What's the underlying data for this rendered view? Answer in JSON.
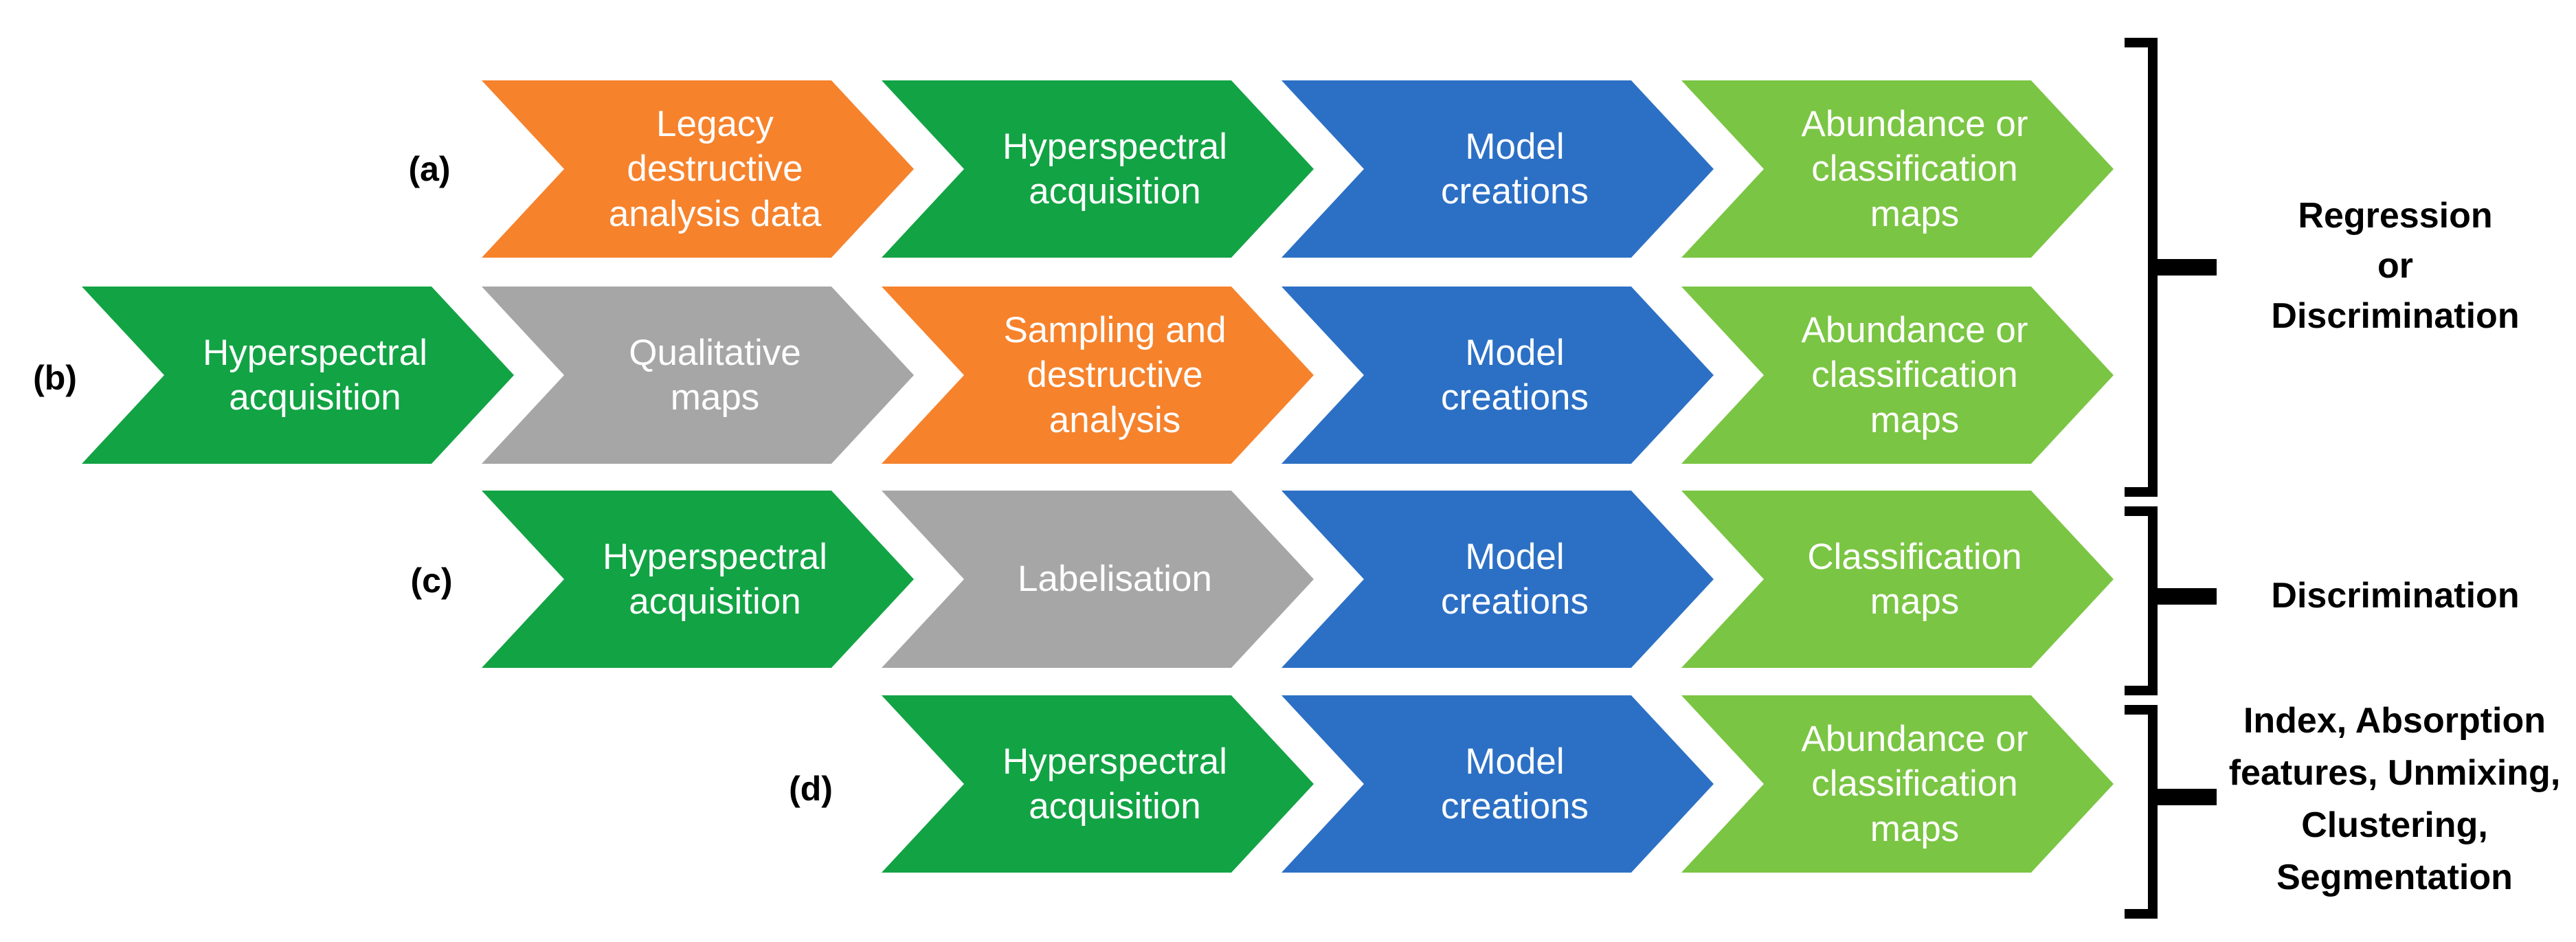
{
  "colors": {
    "orange": "#F6822C",
    "green": "#12A344",
    "blue": "#2C70C5",
    "gray": "#A6A6A6",
    "light_green": "#7AC543",
    "bracket_black": "#000000"
  },
  "rows": [
    {
      "tag": "(a)",
      "steps": [
        {
          "color": "orange",
          "text": "Legacy\ndestructive\nanalysis data"
        },
        {
          "color": "green",
          "text": "Hyperspectral\nacquisition"
        },
        {
          "color": "blue",
          "text": "Model\ncreations"
        },
        {
          "color": "light_green",
          "text": "Abundance or\nclassification\nmaps"
        }
      ]
    },
    {
      "tag": "(b)",
      "steps": [
        {
          "color": "green",
          "text": "Hyperspectral\nacquisition"
        },
        {
          "color": "gray",
          "text": "Qualitative\nmaps"
        },
        {
          "color": "orange",
          "text": "Sampling and\ndestructive\nanalysis"
        },
        {
          "color": "blue",
          "text": "Model\ncreations"
        },
        {
          "color": "light_green",
          "text": "Abundance or\nclassification\nmaps"
        }
      ]
    },
    {
      "tag": "(c)",
      "steps": [
        {
          "color": "green",
          "text": "Hyperspectral\nacquisition"
        },
        {
          "color": "gray",
          "text": "Labelisation"
        },
        {
          "color": "blue",
          "text": "Model\ncreations"
        },
        {
          "color": "light_green",
          "text": "Classification\nmaps"
        }
      ]
    },
    {
      "tag": "(d)",
      "steps": [
        {
          "color": "green",
          "text": "Hyperspectral\nacquisition"
        },
        {
          "color": "blue",
          "text": "Model\ncreations"
        },
        {
          "color": "light_green",
          "text": "Abundance or\nclassification\nmaps"
        }
      ]
    }
  ],
  "side_labels": [
    {
      "text": "Regression\nor\nDiscrimination"
    },
    {
      "text": "Discrimination"
    },
    {
      "text": "Index, Absorption\nfeatures, Unmixing,\nClustering,\nSegmentation"
    }
  ]
}
